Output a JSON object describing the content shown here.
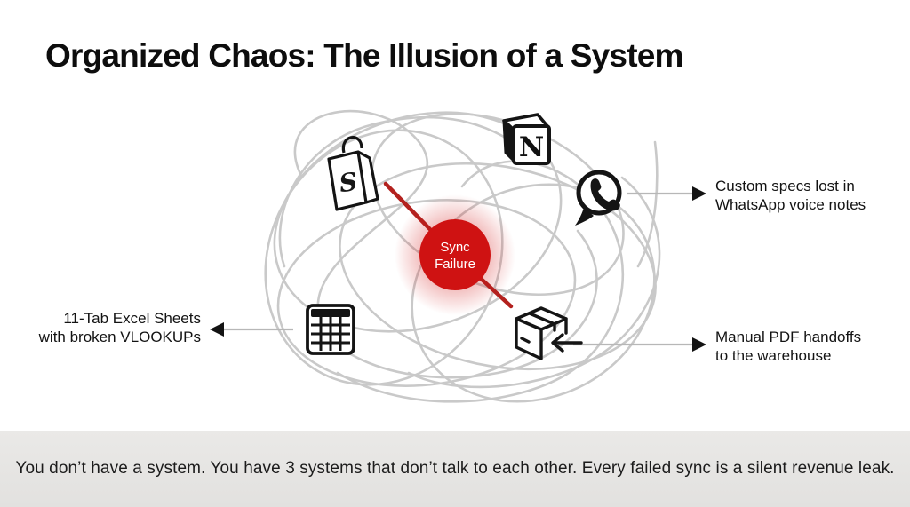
{
  "slide": {
    "title": "Organized Chaos: The Illusion of a System",
    "footer": "You don’t have a system. You have 3 systems that don’t talk to each other. Every failed sync is a silent revenue leak."
  },
  "hub": {
    "line1": "Sync",
    "line2": "Failure",
    "color": "#cf1212"
  },
  "icons": {
    "shopify_bag_letter": "S",
    "notion_letter": "N",
    "names": [
      "shopify-bag-icon",
      "notion-icon",
      "whatsapp-icon",
      "spreadsheet-icon",
      "package-icon"
    ]
  },
  "annotations": {
    "whatsapp": {
      "line1": "Custom specs lost in",
      "line2": "WhatsApp voice notes"
    },
    "excel": {
      "line1": "11-Tab Excel Sheets",
      "line2": "with broken VLOOKUPs"
    },
    "warehouse": {
      "line1": "Manual PDF handoffs",
      "line2": "to the warehouse"
    }
  },
  "colors": {
    "accent_red": "#cf1212",
    "line_red": "#b3211e",
    "tangle_gray": "#c9c9c9",
    "connector_gray": "#b7b7b7",
    "footer_bg": "#e6e5e3",
    "ink": "#141414"
  }
}
